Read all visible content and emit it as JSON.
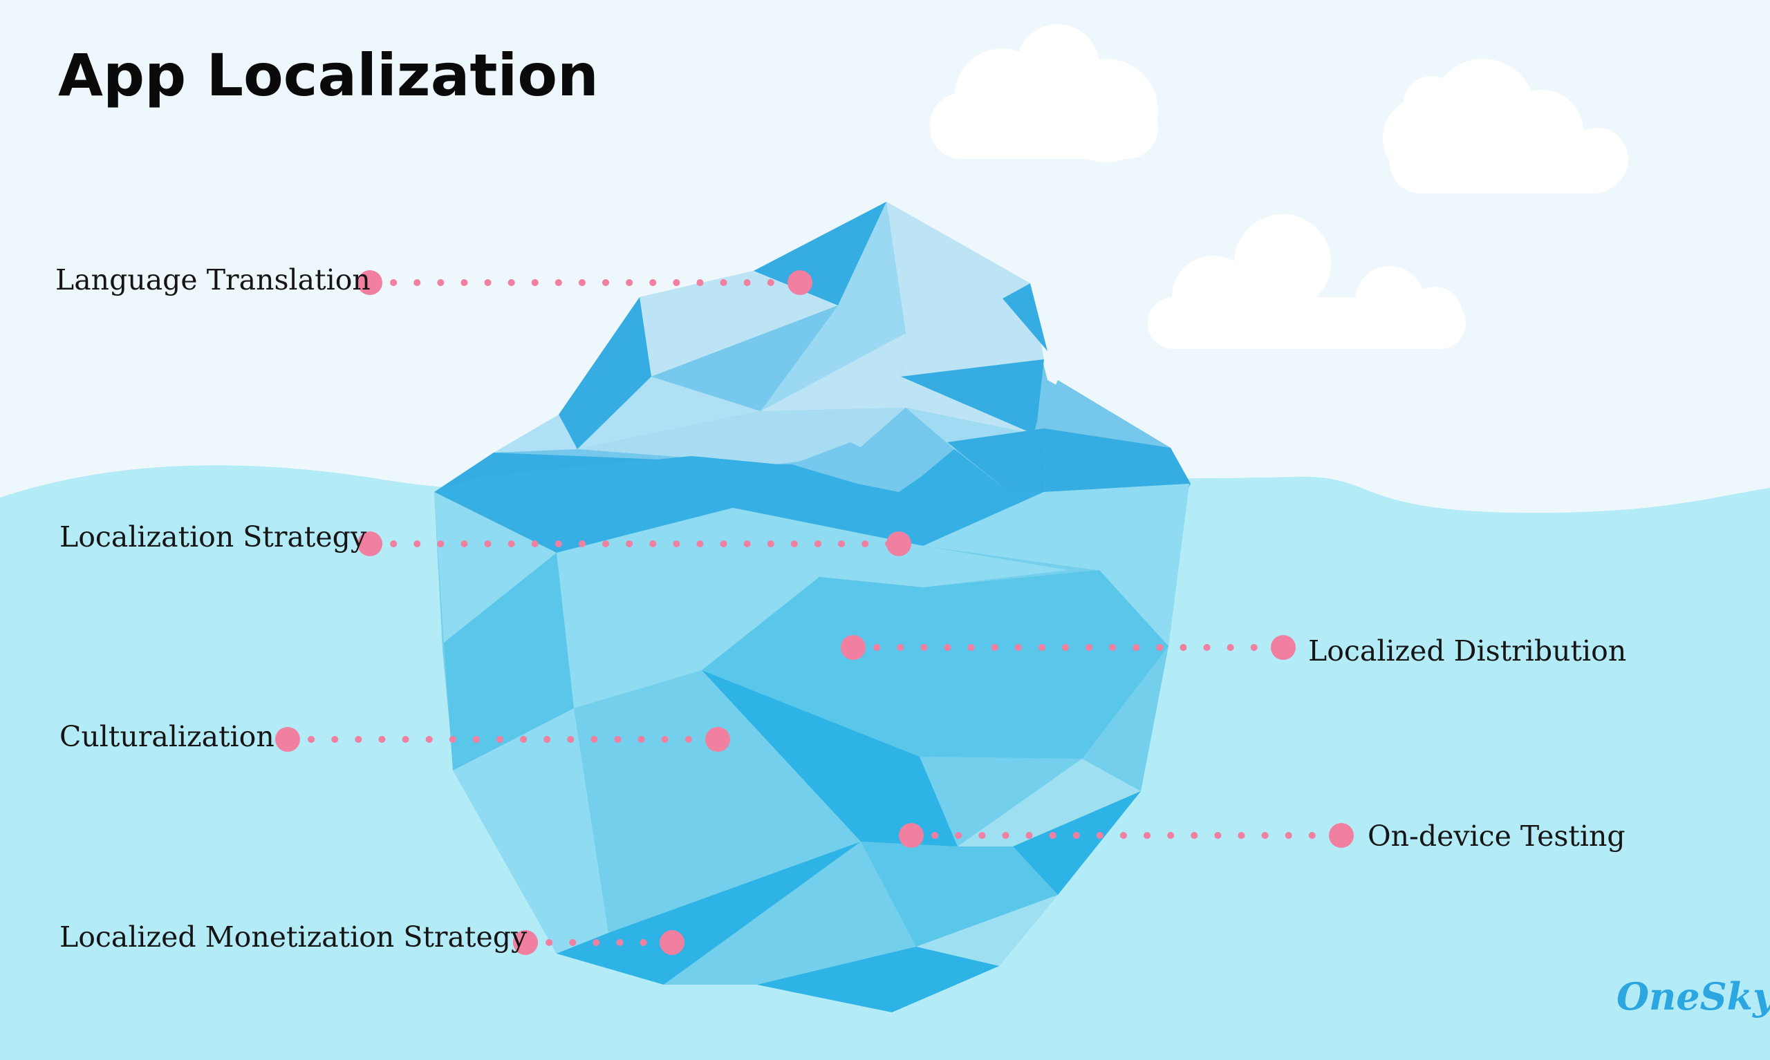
{
  "title": "App Localization",
  "labels": {
    "language_translation": "Language Translation",
    "localization_strategy": "Localization Strategy",
    "culturalization": "Culturalization",
    "localized_monetization_strategy": "Localized Monetization Strategy",
    "localized_distribution": "Localized Distribution",
    "on_device_testing": "On-device Testing"
  },
  "brand": "OneSky",
  "colors": {
    "sky": "#eef8fc",
    "water": "#b3ebf6",
    "marker": "#f07fa0",
    "brand": "#2ba6e1",
    "ice_dark": "#35ade3",
    "ice_mid": "#76c9ec",
    "ice_light": "#bfe5f5"
  }
}
